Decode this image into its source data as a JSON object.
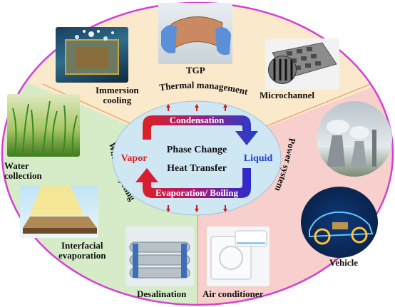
{
  "center": {
    "title_line1": "Phase Change",
    "title_line2": "Heat Transfer",
    "top": "Condensation",
    "bottom": "Evaporation/ Boiling",
    "left": "Vapor",
    "right": "Liquid"
  },
  "sectors": {
    "thermal_management": "Thermal management",
    "water_recycling": "Water recycling",
    "power_system": "Power system"
  },
  "applications": {
    "tgp": "TGP",
    "immersion_line1": "Immersion",
    "immersion_line2": "cooling",
    "microchannel": "Microchannel",
    "water_collection_line1": "Water",
    "water_collection_line2": "collection",
    "interfacial_line1": "Interfacial",
    "interfacial_line2": "evaporation",
    "desalination": "Desalination",
    "air_conditioner": "Air conditioner",
    "vehicle": "Vehicle"
  },
  "colors": {
    "thermal_bg": "#fbe9cc",
    "water_bg": "#d6ecc8",
    "power_bg": "#f7cfcc",
    "center_bg": "#cfe6f3",
    "vapor_red": "#e02020",
    "liquid_blue": "#1f3fd0",
    "arrow_red": "#d01818"
  }
}
